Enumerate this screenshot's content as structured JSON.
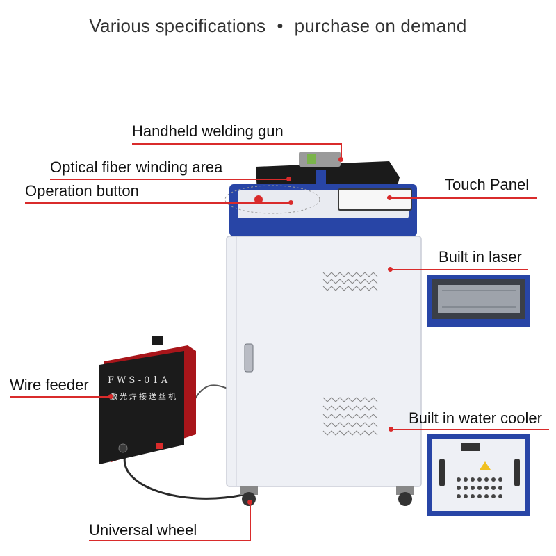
{
  "headline": {
    "left": "Various specifications",
    "separator": "•",
    "right": "purchase on demand"
  },
  "callouts": {
    "gun": "Handheld welding gun",
    "fiber": "Optical fiber winding area",
    "button": "Operation button",
    "panel": "Touch Panel",
    "laser": "Built in laser",
    "feeder": "Wire feeder",
    "cooler": "Built in water cooler",
    "wheel": "Universal wheel"
  },
  "feeder_text": {
    "model": "FWS-01A",
    "name": "激光焊接送丝机"
  },
  "colors": {
    "accent_red": "#d92b2b",
    "cabinet_white": "#eef0f5",
    "top_blue": "#2845a6",
    "feeder_black": "#1b1b1b",
    "feeder_red": "#a8151a"
  }
}
